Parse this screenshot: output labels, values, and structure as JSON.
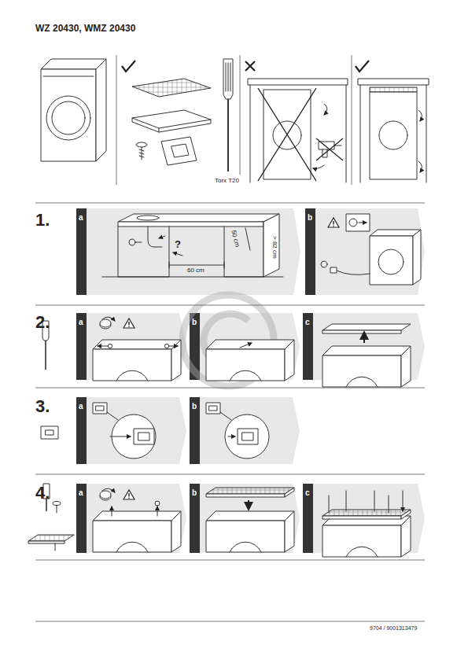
{
  "diagram": {
    "title": "WZ 20430, WMZ 20430",
    "nodes": [
      {
        "text": [
          "a"
        ]
      },
      {
        "text": [
          "b"
        ]
      },
      {
        "text": [
          "a"
        ]
      },
      {
        "text": [
          "b"
        ]
      },
      {
        "text": [
          "c"
        ]
      },
      {
        "text": [
          "a"
        ]
      },
      {
        "text": [
          "b"
        ]
      },
      {
        "text": [
          "a"
        ]
      },
      {
        "text": [
          "b"
        ]
      },
      {
        "text": [
          "c"
        ]
      }
    ],
    "labels": [
      "Torx T20",
      "1.",
      "50 cm",
      "> 82 cm",
      "?",
      "60 cm",
      "2.",
      "3.",
      "4.",
      "9704 / 9001313479"
    ]
  }
}
